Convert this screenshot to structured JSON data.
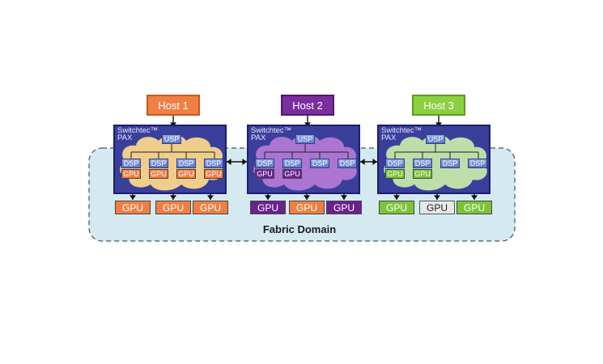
{
  "fabric": {
    "label": "Fabric Domain"
  },
  "hosts": [
    {
      "label": "Host 1",
      "fill": "#ef7f44",
      "border": "#c45a1e"
    },
    {
      "label": "Host 2",
      "fill": "#7b2e9e",
      "border": "#4e1a68"
    },
    {
      "label": "Host 3",
      "fill": "#8ccf3f",
      "border": "#5e9a20"
    }
  ],
  "switches": [
    {
      "label": "Switchtec™\nPAX",
      "usp": "USP",
      "cloud_color": "#ffd98a",
      "dsp": [
        "DSP",
        "DSP",
        "DSP",
        "DSP"
      ],
      "internal_gpus": [
        {
          "label": "GPU",
          "fill": "#ef7f44"
        },
        {
          "label": "GPU",
          "fill": "#ef7f44"
        },
        {
          "label": "GPU",
          "fill": "#ef7f44"
        },
        {
          "label": "GPU",
          "fill": "#ef7f44"
        }
      ],
      "external_gpus": [
        {
          "label": "GPU",
          "fill": "#ef7f44",
          "text": "#ffffff"
        },
        {
          "label": "GPU",
          "fill": "#ef7f44",
          "text": "#ffffff"
        },
        {
          "label": "GPU",
          "fill": "#ef7f44",
          "text": "#ffffff"
        }
      ]
    },
    {
      "label": "Switchtec™\nPAX",
      "usp": "USP",
      "cloud_color": "#b67ad6",
      "dsp": [
        "DSP",
        "DSP",
        "DSP",
        "DSP"
      ],
      "internal_gpus": [
        {
          "label": "GPU",
          "fill": "#6a2290"
        },
        {
          "label": "GPU",
          "fill": "#6a2290"
        }
      ],
      "external_gpus": [
        {
          "label": "GPU",
          "fill": "#6a2290",
          "text": "#ffffff"
        },
        {
          "label": "GPU",
          "fill": "#ef7f44",
          "text": "#ffffff"
        },
        {
          "label": "GPU",
          "fill": "#6a2290",
          "text": "#ffffff"
        }
      ]
    },
    {
      "label": "Switchtec™\nPAX",
      "usp": "USP",
      "cloud_color": "#c9ecaa",
      "dsp": [
        "DSP",
        "DSP",
        "DSP",
        "DSP"
      ],
      "internal_gpus": [
        {
          "label": "GPU",
          "fill": "#7cc33a"
        },
        {
          "label": "GPU",
          "fill": "#7cc33a"
        }
      ],
      "external_gpus": [
        {
          "label": "GPU",
          "fill": "#7cc33a",
          "text": "#ffffff"
        },
        {
          "label": "GPU",
          "fill": "#e8e8e8",
          "text": "#222222"
        },
        {
          "label": "GPU",
          "fill": "#7cc33a",
          "text": "#ffffff"
        }
      ]
    }
  ]
}
